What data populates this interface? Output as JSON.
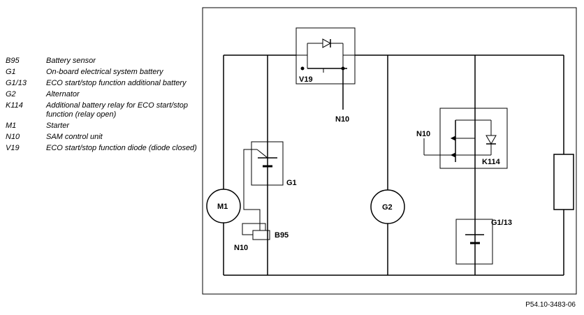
{
  "legend": [
    {
      "code": "B95",
      "desc": "Battery sensor"
    },
    {
      "code": "G1",
      "desc": "On-board electrical system battery"
    },
    {
      "code": "G1/13",
      "desc": "ECO start/stop function additional battery"
    },
    {
      "code": "G2",
      "desc": "Alternator"
    },
    {
      "code": "K114",
      "desc": "Additional battery relay for ECO start/stop function (relay open)"
    },
    {
      "code": "M1",
      "desc": "Starter"
    },
    {
      "code": "N10",
      "desc": "SAM control unit"
    },
    {
      "code": "V19",
      "desc": "ECO start/stop function diode (diode closed)"
    }
  ],
  "labels": {
    "v19": "V19",
    "n10_top": "N10",
    "n10_mid": "N10",
    "n10_bottom": "N10",
    "k114": "K114",
    "g1": "G1",
    "g2": "G2",
    "m1": "M1",
    "b95": "B95",
    "g1_13": "G1/13"
  },
  "doc_ref": "P54.10-3483-06"
}
